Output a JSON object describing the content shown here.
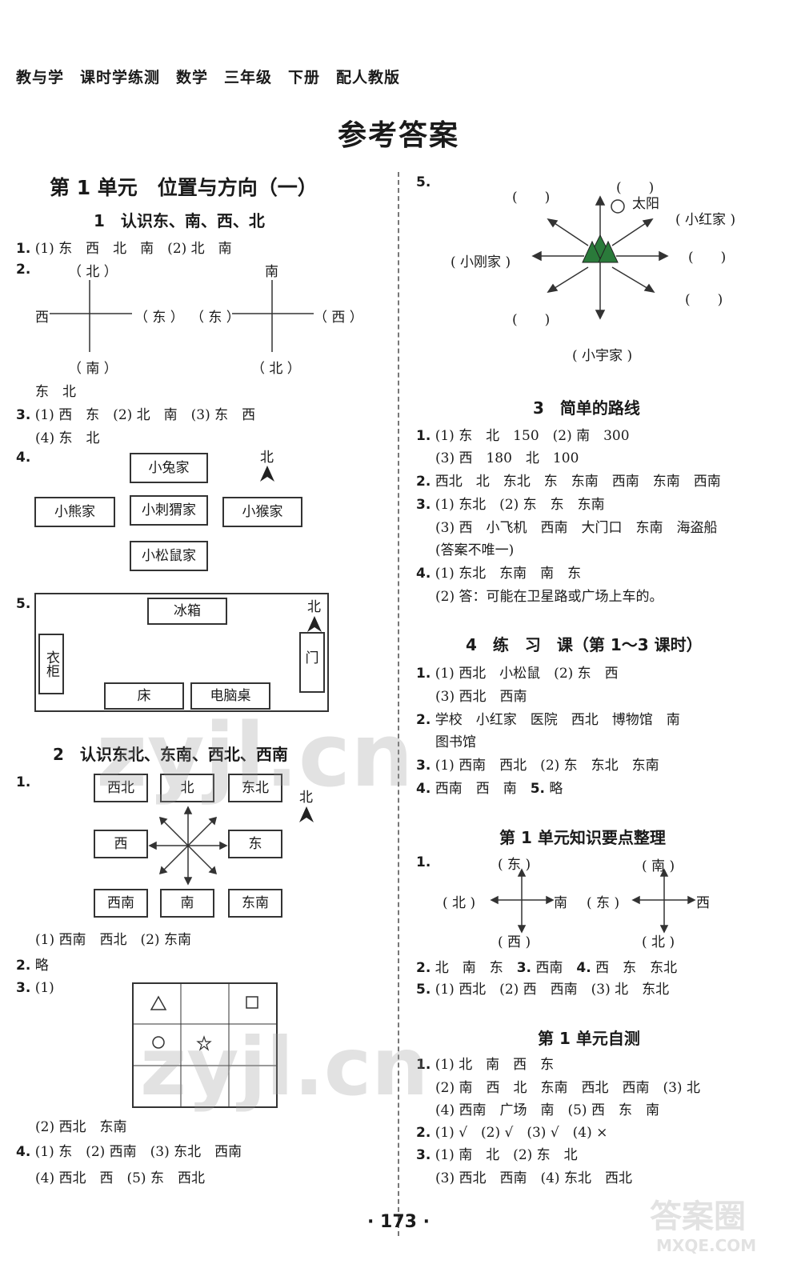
{
  "header": "教与学　课时学练测　数学　三年级　下册　配人教版",
  "title": "参考答案",
  "left": {
    "unit": "第 1 单元　位置与方向（一）",
    "s1": "1　认识东、南、西、北",
    "l1_1": "(1) 东　西　北　南　(2) 北　南",
    "q2": {
      "c1": {
        "top": "（ 北 ）",
        "bottom": "（ 南 ）",
        "left": "西",
        "right": "（ 东 ）"
      },
      "c2": {
        "top": "南",
        "bottom": "（ 北 ）",
        "left": "（ 东 ）",
        "right": "（ 西 ）"
      },
      "after": "东　北"
    },
    "l1_3": "(1) 西　东　(2) 北　南　(3) 东　西",
    "l1_3b": "(4) 东　北",
    "q4": {
      "rabbit": "小兔家",
      "bear": "小熊家",
      "hedgehog": "小刺猬家",
      "monkey": "小猴家",
      "squirrel": "小松鼠家",
      "north": "北"
    },
    "q5": {
      "fridge": "冰箱",
      "wardrobe": "衣柜",
      "door": "门",
      "bed": "床",
      "desk": "电脑桌",
      "north": "北"
    },
    "s2": "2　认识东北、东南、西北、西南",
    "grid8": {
      "nw": "西北",
      "n": "北",
      "ne": "东北",
      "w": "西",
      "e": "东",
      "sw": "西南",
      "s": "南",
      "se": "东南",
      "north": "北"
    },
    "l2_1b": "(1) 西南　西北　(2) 东南",
    "l2_2": "略",
    "l2_3": "(1)",
    "l2_3b": "(2) 西北　东南",
    "l2_4": "(1) 东　(2) 西南　(3) 东北　西南",
    "l2_4b": "(4) 西北　西　(5) 东　西北"
  },
  "right": {
    "q5": {
      "sun": "太阳",
      "red": "( 小红家 )",
      "gang": "( 小刚家 )",
      "yu": "( 小宇家 )",
      "empty": "(　　)"
    },
    "s3": "3　简单的路线",
    "l3_1": "(1) 东　北　150　(2) 南　300",
    "l3_1b": "(3) 西　180　北　100",
    "l3_2": "西北　北　东北　东　东南　西南　东南　西南",
    "l3_3": "(1) 东北　(2) 东　东　东南",
    "l3_3b": "(3) 西　小飞机　西南　大门口　东南　海盗船",
    "l3_3c": "(答案不唯一)",
    "l3_4": "(1) 东北　东南　南　东",
    "l3_4b": "(2) 答：可能在卫星路或广场上车的。",
    "s4": "4　练　习　课（第 1～3 课时）",
    "l4_1": "(1) 西北　小松鼠　(2) 东　西",
    "l4_1b": "(3) 西北　西南",
    "l4_2": "学校　小红家　医院　西北　博物馆　南",
    "l4_2b": "图书馆",
    "l4_3": "(1) 西南　西北　(2) 东　东北　东南",
    "l4_4": "西南　西　南",
    "l4_5": "略",
    "s5": "第 1 单元知识要点整理",
    "k1": {
      "top": "( 东 )",
      "left": "( 北 )",
      "right": "南",
      "bottom": "( 西 )"
    },
    "k2": {
      "top": "( 南 )",
      "left": "( 东 )",
      "right": "西",
      "bottom": "( 北 )"
    },
    "l5_2": "北　南　东",
    "l5_3": "西南",
    "l5_4": "西　东　东北",
    "l5_5": "(1) 西北　(2) 西　西南　(3) 北　东北",
    "s6": "第 1 单元自测",
    "l6_1": "(1) 北　南　西　东",
    "l6_1b": "(2) 南　西　北　东南　西北　西南　(3) 北",
    "l6_1c": "(4) 西南　广场　南　(5) 西　东　南",
    "l6_2": "(1) √　(2) √　(3) √　(4) ×",
    "l6_3": "(1) 南　北　(2) 东　北",
    "l6_3b": "(3) 西北　西南　(4) 东北　西北"
  },
  "qnums": {
    "n1": "1.",
    "n2": "2.",
    "n3": "3.",
    "n4": "4.",
    "n5": "5."
  },
  "page_number": "· 173 ·",
  "watermark": {
    "a": "zyjl.cn",
    "b": "zyjl.cn",
    "c": "答案圈",
    "d": "MXQE.COM"
  }
}
